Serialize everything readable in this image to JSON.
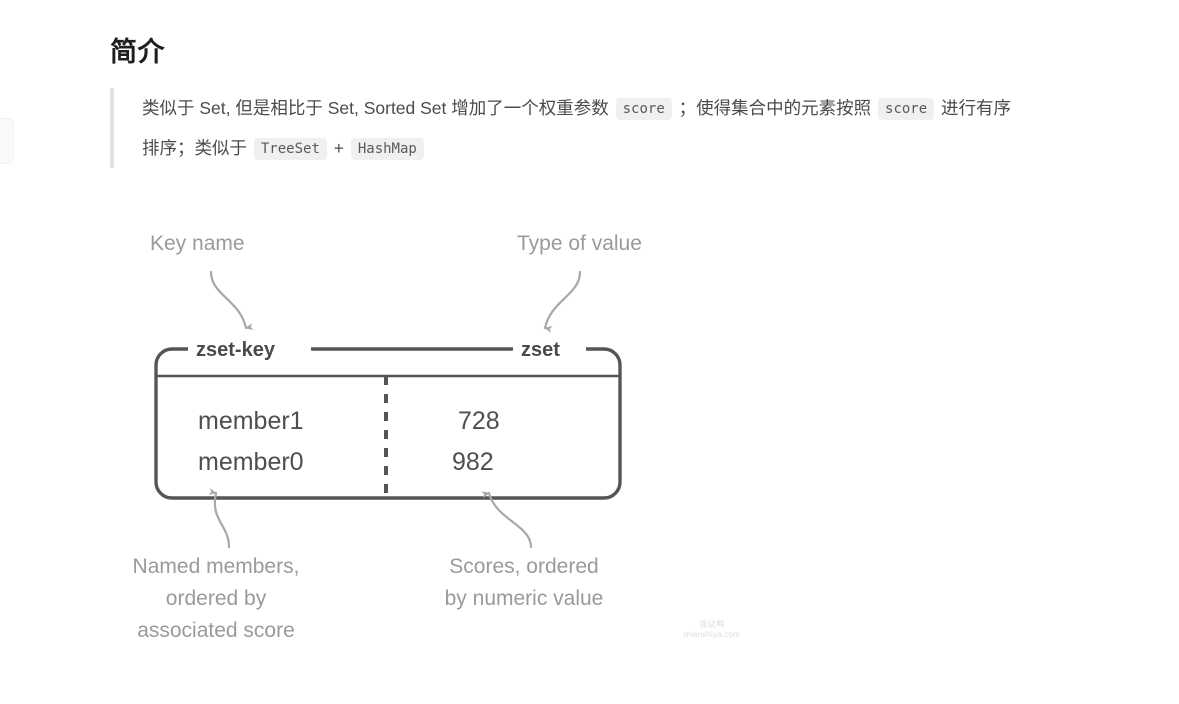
{
  "page": {
    "heading": "简介",
    "background": "#ffffff"
  },
  "blockquote": {
    "bar_color": "#e2e2e2",
    "line1": {
      "part1": "类似于 Set, 但是相比于 Set, Sorted Set 增加了一个权重参数 ",
      "code1": "score",
      "part2": " ；使得集合中的元素按照 ",
      "code2": "score",
      "part3": " 进行有序"
    },
    "line2": {
      "part1": "排序；类似于 ",
      "code1": "TreeSet",
      "part2": " + ",
      "code2": "HashMap"
    }
  },
  "diagram": {
    "type": "redis-zset-structure",
    "annotations": {
      "key_name": "Key name",
      "type_of_value": "Type of value",
      "members_note_line1": "Named members,",
      "members_note_line2": "ordered by",
      "members_note_line3": "associated score",
      "scores_note_line1": "Scores, ordered",
      "scores_note_line2": "by numeric value"
    },
    "box": {
      "key_label": "zset-key",
      "type_label": "zset",
      "rows": [
        {
          "member": "member1",
          "score": "728"
        },
        {
          "member": "member0",
          "score": "982"
        }
      ]
    },
    "colors": {
      "stroke": "#555555",
      "annotation_text": "#9a9a9a",
      "cell_text": "#4f4f4f",
      "title_text": "#4a4a4a"
    }
  },
  "watermark": {
    "line1": "面试鸭",
    "line2": "mianshiya.com"
  }
}
